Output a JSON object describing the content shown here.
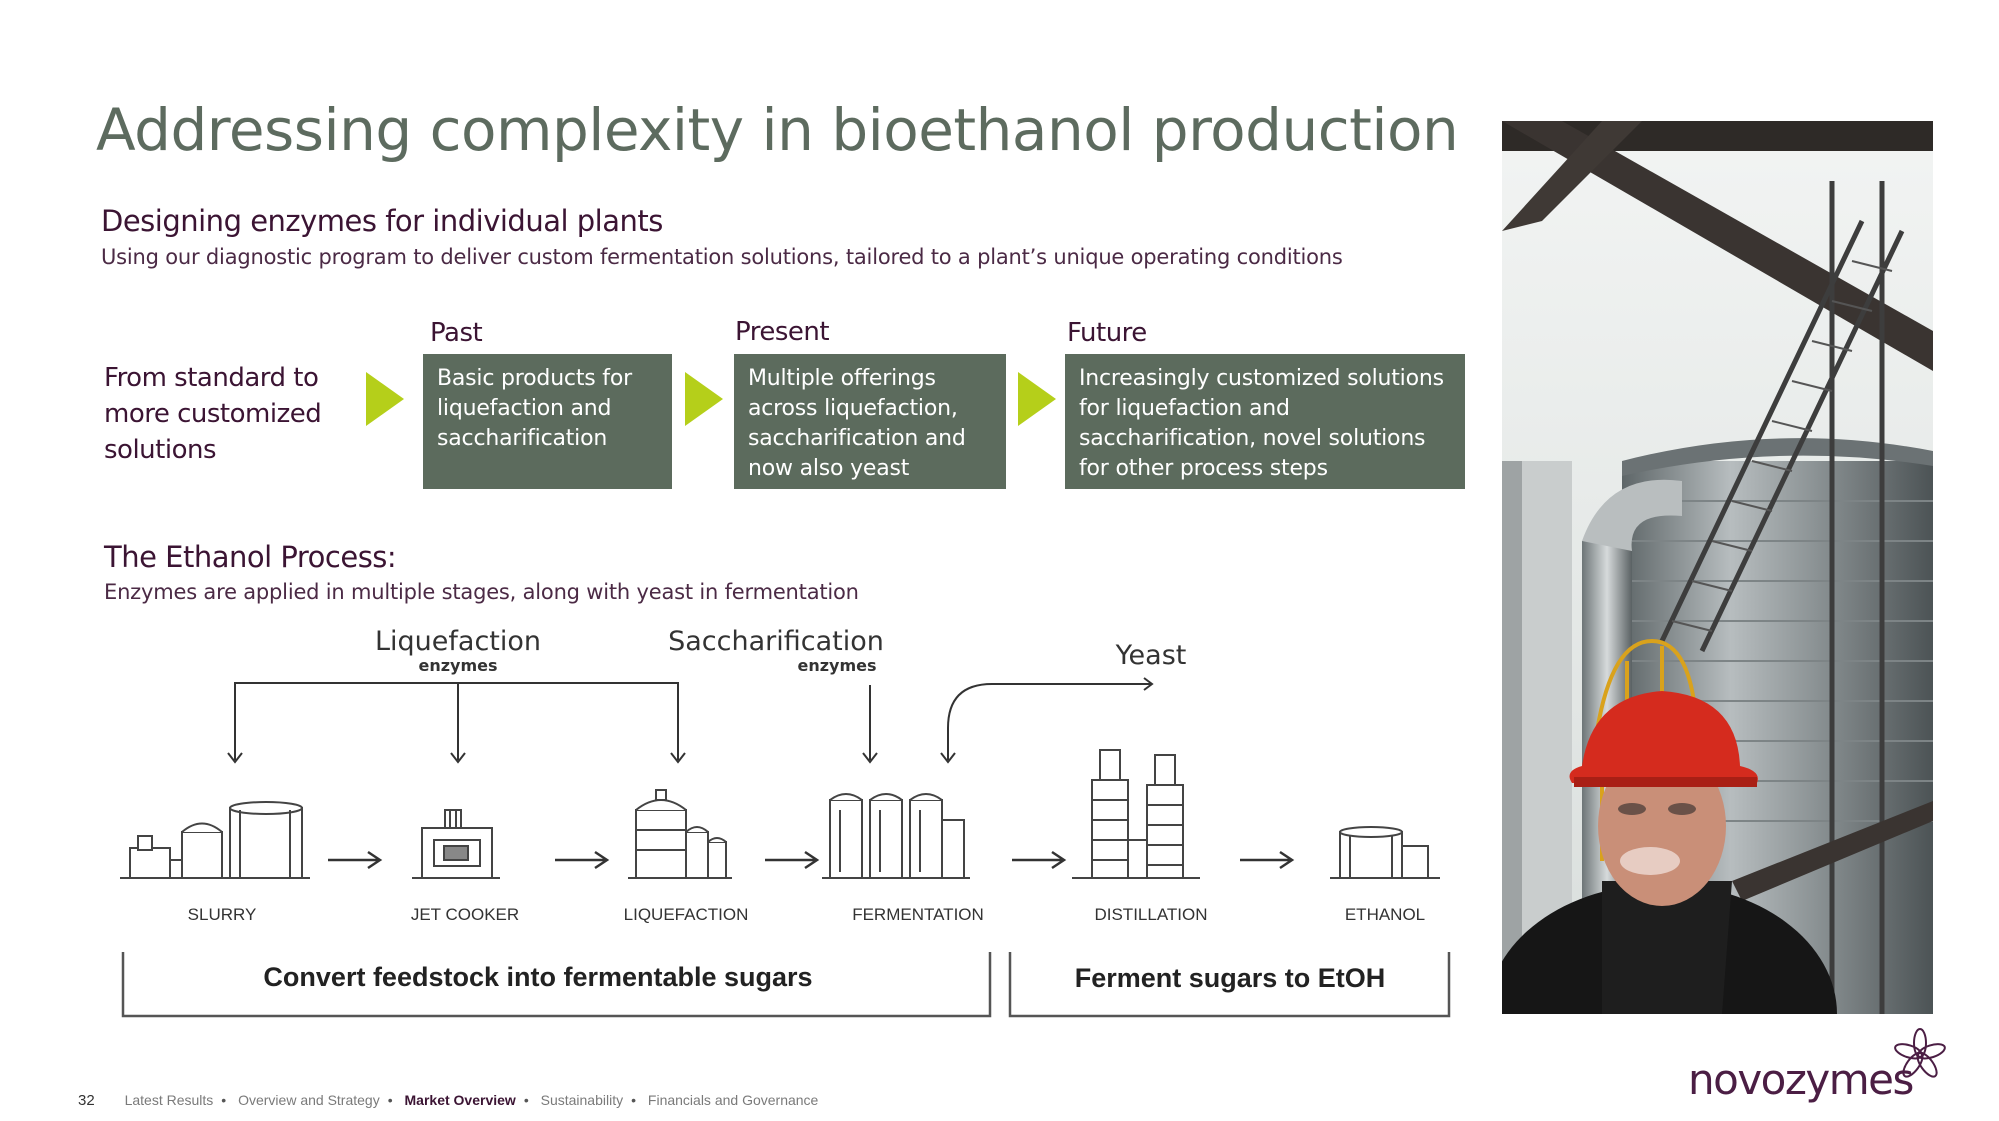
{
  "slide": {
    "title": "Addressing complexity in bioethanol production",
    "heading": "Designing enzymes for individual plants",
    "subheading": "Using our diagnostic program to deliver custom fermentation solutions, tailored to a plant’s unique operating conditions"
  },
  "evolution": {
    "intro_lines": [
      "From standard to",
      "more customized",
      "solutions"
    ],
    "phases": [
      {
        "label": "Past",
        "text": "Basic products for liquefaction and saccharification"
      },
      {
        "label": "Present",
        "text": "Multiple offerings across liquefaction, saccharification and now also yeast"
      },
      {
        "label": "Future",
        "text": "Increasingly customized solutions for liquefaction and saccharification, novel solutions for other process steps"
      }
    ]
  },
  "process": {
    "heading": "The Ethanol Process:",
    "subheading": "Enzymes are applied in multiple stages, along with yeast in fermentation",
    "inputs": {
      "liquefaction": "Liquefaction",
      "liquefaction_sub": "enzymes",
      "saccharification": "Saccharification",
      "saccharification_sub": "enzymes",
      "yeast": "Yeast"
    },
    "stages": [
      "SLURRY",
      "JET COOKER",
      "LIQUEFACTION",
      "FERMENTATION",
      "DISTILLATION",
      "ETHANOL"
    ],
    "groups": [
      "Convert feedstock into fermentable sugars",
      "Ferment sugars to EtOH"
    ]
  },
  "footer": {
    "page_number": "32",
    "nav": [
      {
        "label": "Latest Results",
        "active": false
      },
      {
        "label": "Overview and Strategy",
        "active": false
      },
      {
        "label": "Market Overview",
        "active": true
      },
      {
        "label": "Sustainability",
        "active": false
      },
      {
        "label": "Financials and Governance",
        "active": false
      }
    ]
  },
  "brand": {
    "logo_text": "novozymes"
  },
  "colors": {
    "box": "#5c6b5d",
    "arrow": "#b5cf1a",
    "heading": "#3b1433",
    "title": "#5d6b5f",
    "helmet": "#d52b1e"
  }
}
